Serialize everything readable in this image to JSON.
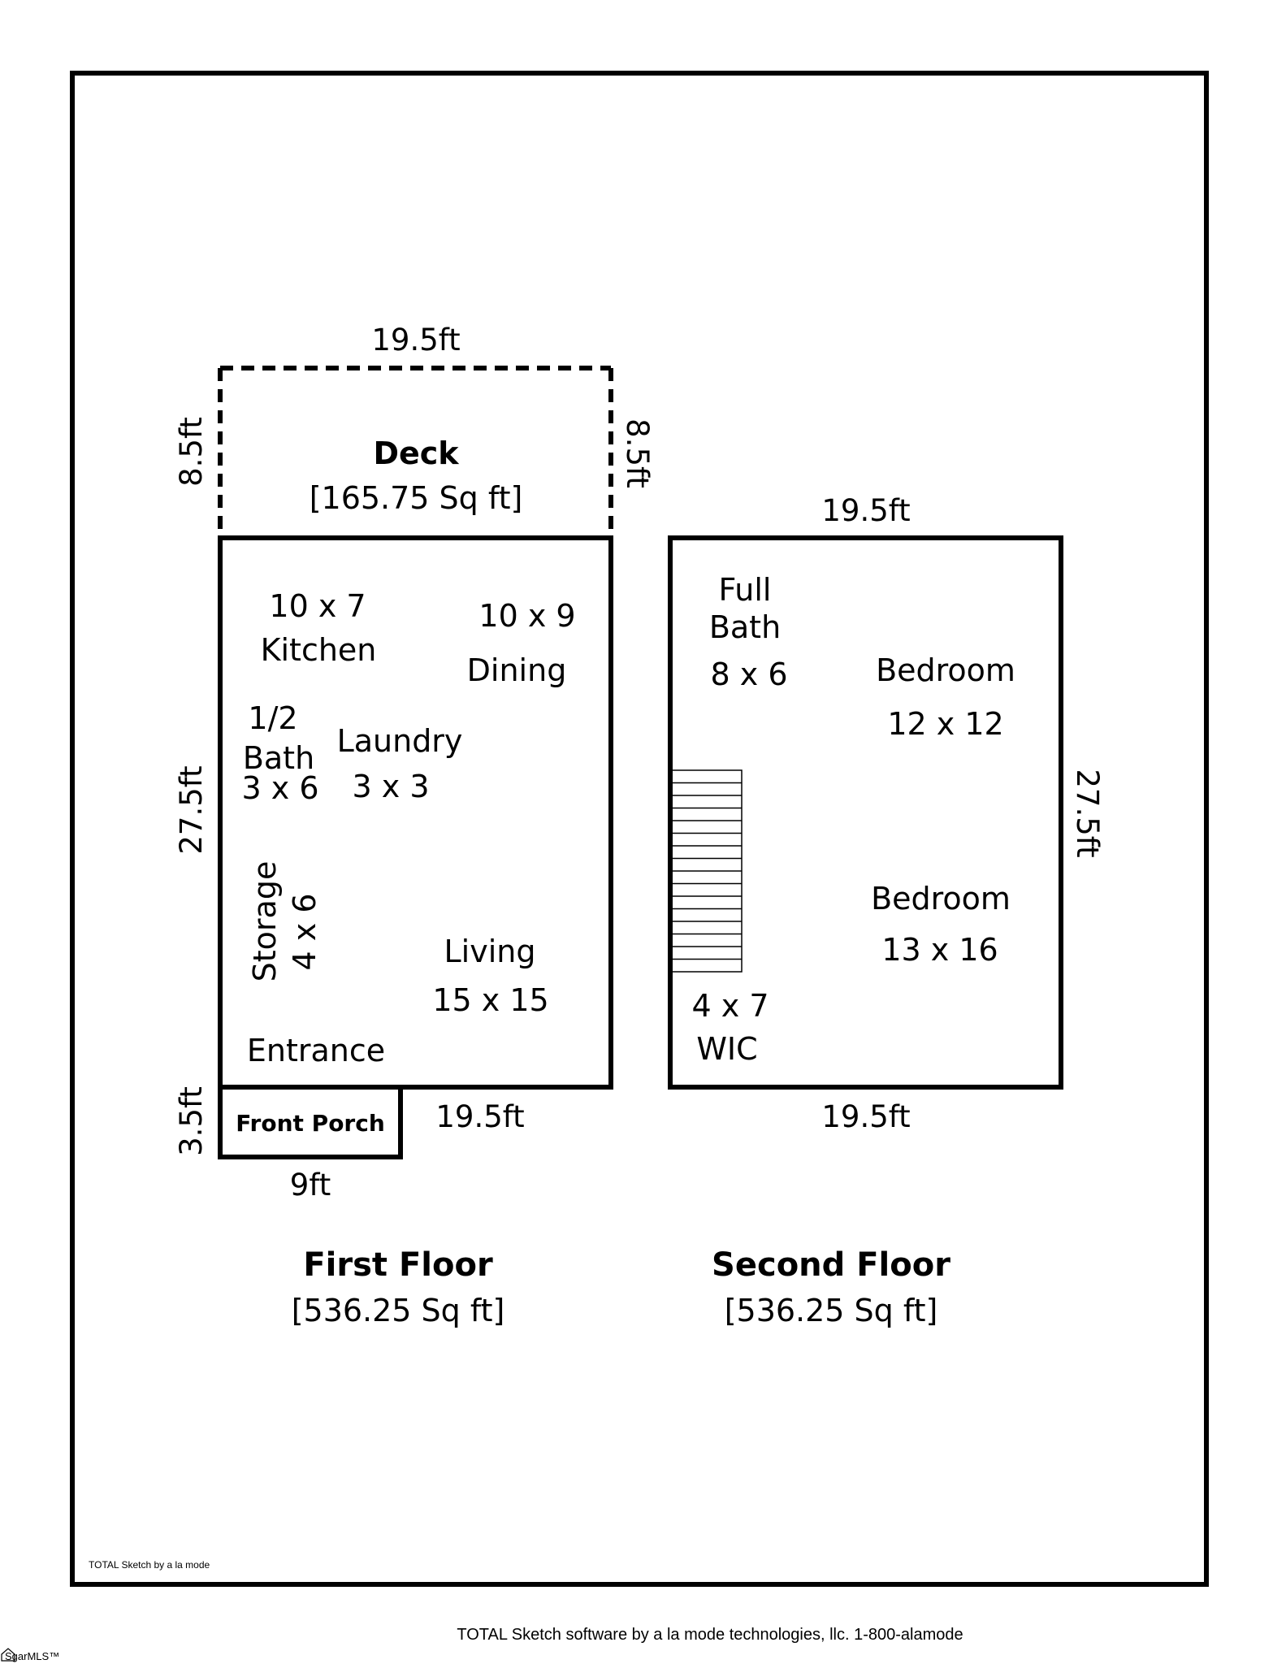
{
  "deck": {
    "title": "Deck",
    "area": "[165.75 Sq ft]",
    "dim_top": "19.5ft",
    "dim_left": "8.5ft",
    "dim_right": "8.5ft"
  },
  "first_floor": {
    "title": "First Floor",
    "area": "[536.25 Sq ft]",
    "dim_left": "27.5ft",
    "dim_bottom": "19.5ft",
    "rooms": {
      "kitchen_size": "10 x 7",
      "kitchen_label": "Kitchen",
      "dining_size": "10 x 9",
      "dining_label": "Dining",
      "half_bath_line1": "1/2",
      "half_bath_line2": "Bath",
      "half_bath_size": "3 x 6",
      "laundry_label": "Laundry",
      "laundry_size": "3 x 3",
      "storage_label": "Storage",
      "storage_size": "4 x 6",
      "living_label": "Living",
      "living_size": "15 x 15",
      "entrance_label": "Entrance"
    }
  },
  "front_porch": {
    "label": "Front Porch",
    "dim_left": "3.5ft",
    "dim_bottom": "9ft"
  },
  "second_floor": {
    "title": "Second Floor",
    "area": "[536.25 Sq ft]",
    "dim_top": "19.5ft",
    "dim_right": "27.5ft",
    "dim_bottom": "19.5ft",
    "rooms": {
      "full_bath_line1": "Full",
      "full_bath_line2": "Bath",
      "full_bath_size": "8 x 6",
      "bedroom1_label": "Bedroom",
      "bedroom1_size": "12 x 12",
      "bedroom2_label": "Bedroom",
      "bedroom2_size": "13 x 16",
      "wic_size": "4 x 7",
      "wic_label": "WIC"
    }
  },
  "sketch_credit": "TOTAL Sketch by a la mode",
  "footer_credit": "TOTAL Sketch software by a la mode technologies, llc. 1-800-alamode",
  "mls_mark": "SgarMLS™"
}
